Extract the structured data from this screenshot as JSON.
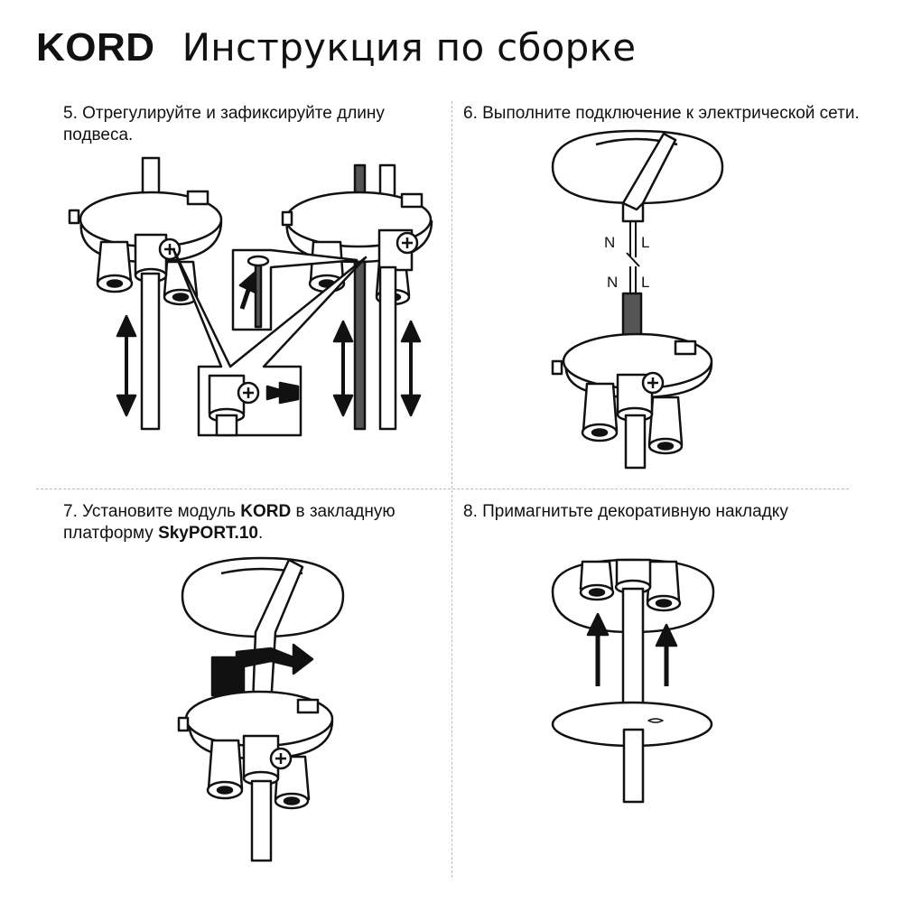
{
  "header": {
    "brand": "KORD",
    "title": "Инструкция по сборке"
  },
  "steps": {
    "s5": {
      "text": "5. Отрегулируйте и зафиксируйте длину подвеса."
    },
    "s6": {
      "text": "6. Выполните подключение к электрической сети."
    },
    "s7": {
      "pre": "7. Установите модуль ",
      "bold1": "KORD",
      "mid": " в закладную платформу ",
      "bold2": "SkyPORT.10",
      "post": "."
    },
    "s8": {
      "text": "8. Примагнитьте декоративную накладку"
    }
  },
  "wire_labels": {
    "neutral": "N",
    "live": "L"
  },
  "colors": {
    "line": "#111111",
    "cable_dark": "#555555",
    "fill": "#ffffff"
  }
}
